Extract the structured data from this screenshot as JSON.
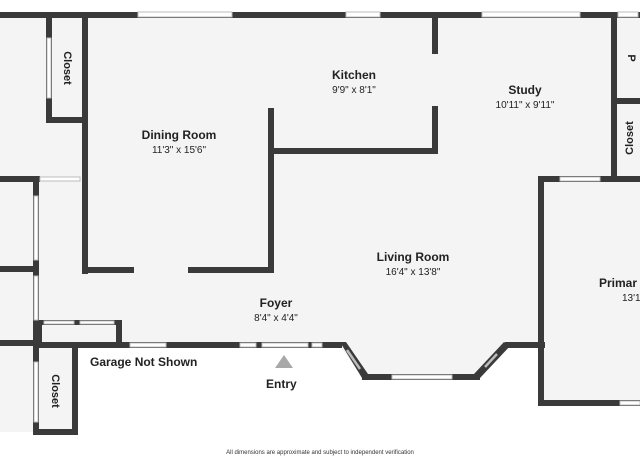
{
  "floor_plan": {
    "rooms": [
      {
        "id": "kitchen",
        "name": "Kitchen",
        "dimensions": "9'9\" x 8'1\""
      },
      {
        "id": "study",
        "name": "Study",
        "dimensions": "10'11\" x 9'11\""
      },
      {
        "id": "dining",
        "name": "Dining Room",
        "dimensions": "11'3\" x 15'6\""
      },
      {
        "id": "living",
        "name": "Living Room",
        "dimensions": "16'4\" x 13'8\""
      },
      {
        "id": "foyer",
        "name": "Foyer",
        "dimensions": "8'4\" x 4'4\""
      },
      {
        "id": "primary",
        "name": "Primar",
        "dimensions": "13'1"
      }
    ],
    "closet_label": "Closet",
    "cropped_label": "P",
    "garage_note": "Garage Not Shown",
    "entry_label": "Entry",
    "disclaimer": "All dimensions are approximate and subject to independent verification",
    "colors": {
      "wall": "#3a3a3a",
      "floor": "#f4f4f4",
      "window": "#bcbcbc",
      "entry_marker": "#a8a8a8",
      "text": "#222222"
    }
  }
}
